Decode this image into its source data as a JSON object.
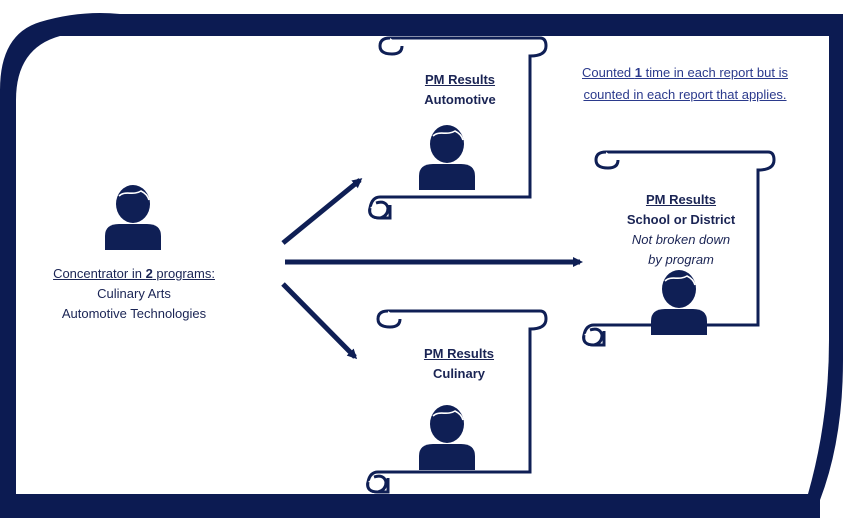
{
  "student": {
    "label_prefix": "Concentrator in ",
    "label_count": "2",
    "label_suffix": " programs:",
    "programs": [
      "Culinary Arts",
      "Automotive Technologies"
    ]
  },
  "note": {
    "line1_prefix": "Counted ",
    "line1_count": "1",
    "line1_suffix": " time in each report but is",
    "line2": "counted in each report that applies."
  },
  "reports": {
    "automotive": {
      "title": "PM Results",
      "subtitle": "Automotive"
    },
    "culinary": {
      "title": "PM Results",
      "subtitle": "Culinary"
    },
    "school": {
      "title": "PM Results",
      "subtitle": "School or District",
      "note_line1": "Not broken down",
      "note_line2": "by program"
    }
  },
  "colors": {
    "navy": "#0f1f55",
    "frame": "#0c1b52",
    "text": "#1a2454"
  },
  "icons": [
    "person-icon",
    "scroll-icon",
    "arrow-icon"
  ]
}
